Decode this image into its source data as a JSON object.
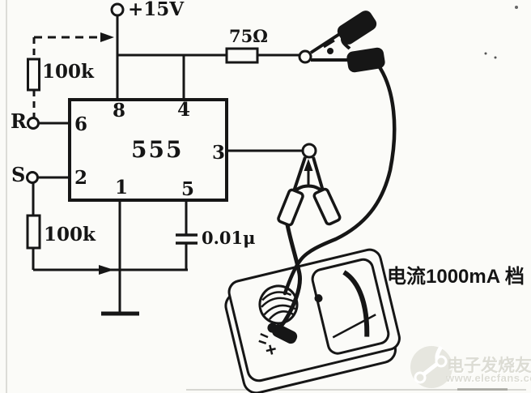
{
  "colors": {
    "ink": "#161616",
    "paper": "#fbfbf8",
    "watermark": "#dcdcd4"
  },
  "power_label": "+15V",
  "resistors": {
    "pullup_top": "100k",
    "pullup_bottom": "100k",
    "series_output": "75Ω"
  },
  "capacitor_value": "0.01μ",
  "ic": {
    "name": "555",
    "pins": {
      "p1": "1",
      "p2": "2",
      "p3": "3",
      "p4": "4",
      "p5": "5",
      "p6": "6",
      "p8": "8"
    }
  },
  "terminals": {
    "reset": "R",
    "set": "S"
  },
  "annotation": {
    "meter_range": "电流1000mA 档"
  },
  "watermark": {
    "brand": "电子发烧友",
    "url": "www.elecfans.com"
  }
}
